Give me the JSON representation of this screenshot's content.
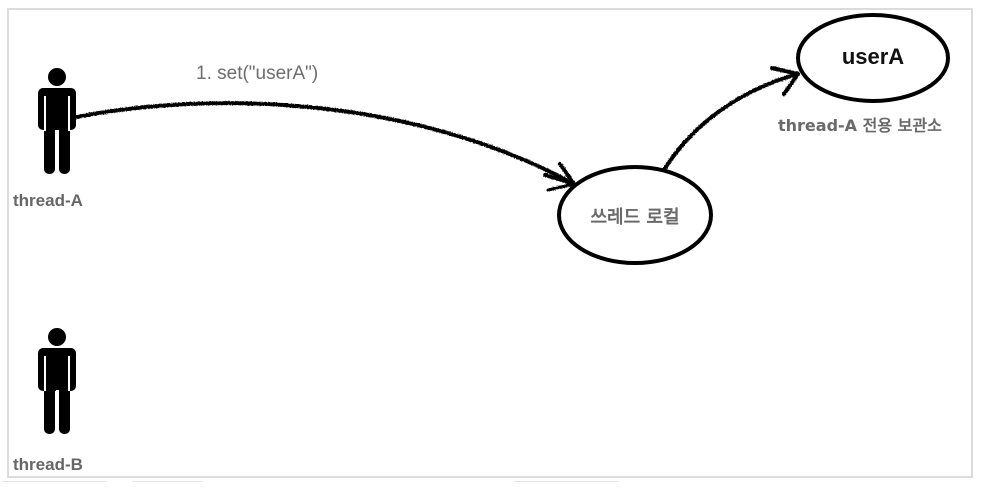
{
  "diagram": {
    "actors": [
      {
        "id": "thread-A",
        "label": "thread-A"
      },
      {
        "id": "thread-B",
        "label": "thread-B"
      }
    ],
    "nodes": {
      "thread_local": {
        "label": "쓰레드 로컬"
      },
      "userA_store": {
        "label": "userA",
        "caption": "thread-A 전용 보관소"
      }
    },
    "edges": [
      {
        "from": "thread-A",
        "to": "thread_local",
        "label": "1. set(\"userA\")"
      },
      {
        "from": "thread_local",
        "to": "userA_store",
        "label": ""
      }
    ],
    "colors": {
      "stroke": "#000000",
      "label_gray": "#6a6a6a",
      "frame_border": "#dcdcdc"
    }
  }
}
